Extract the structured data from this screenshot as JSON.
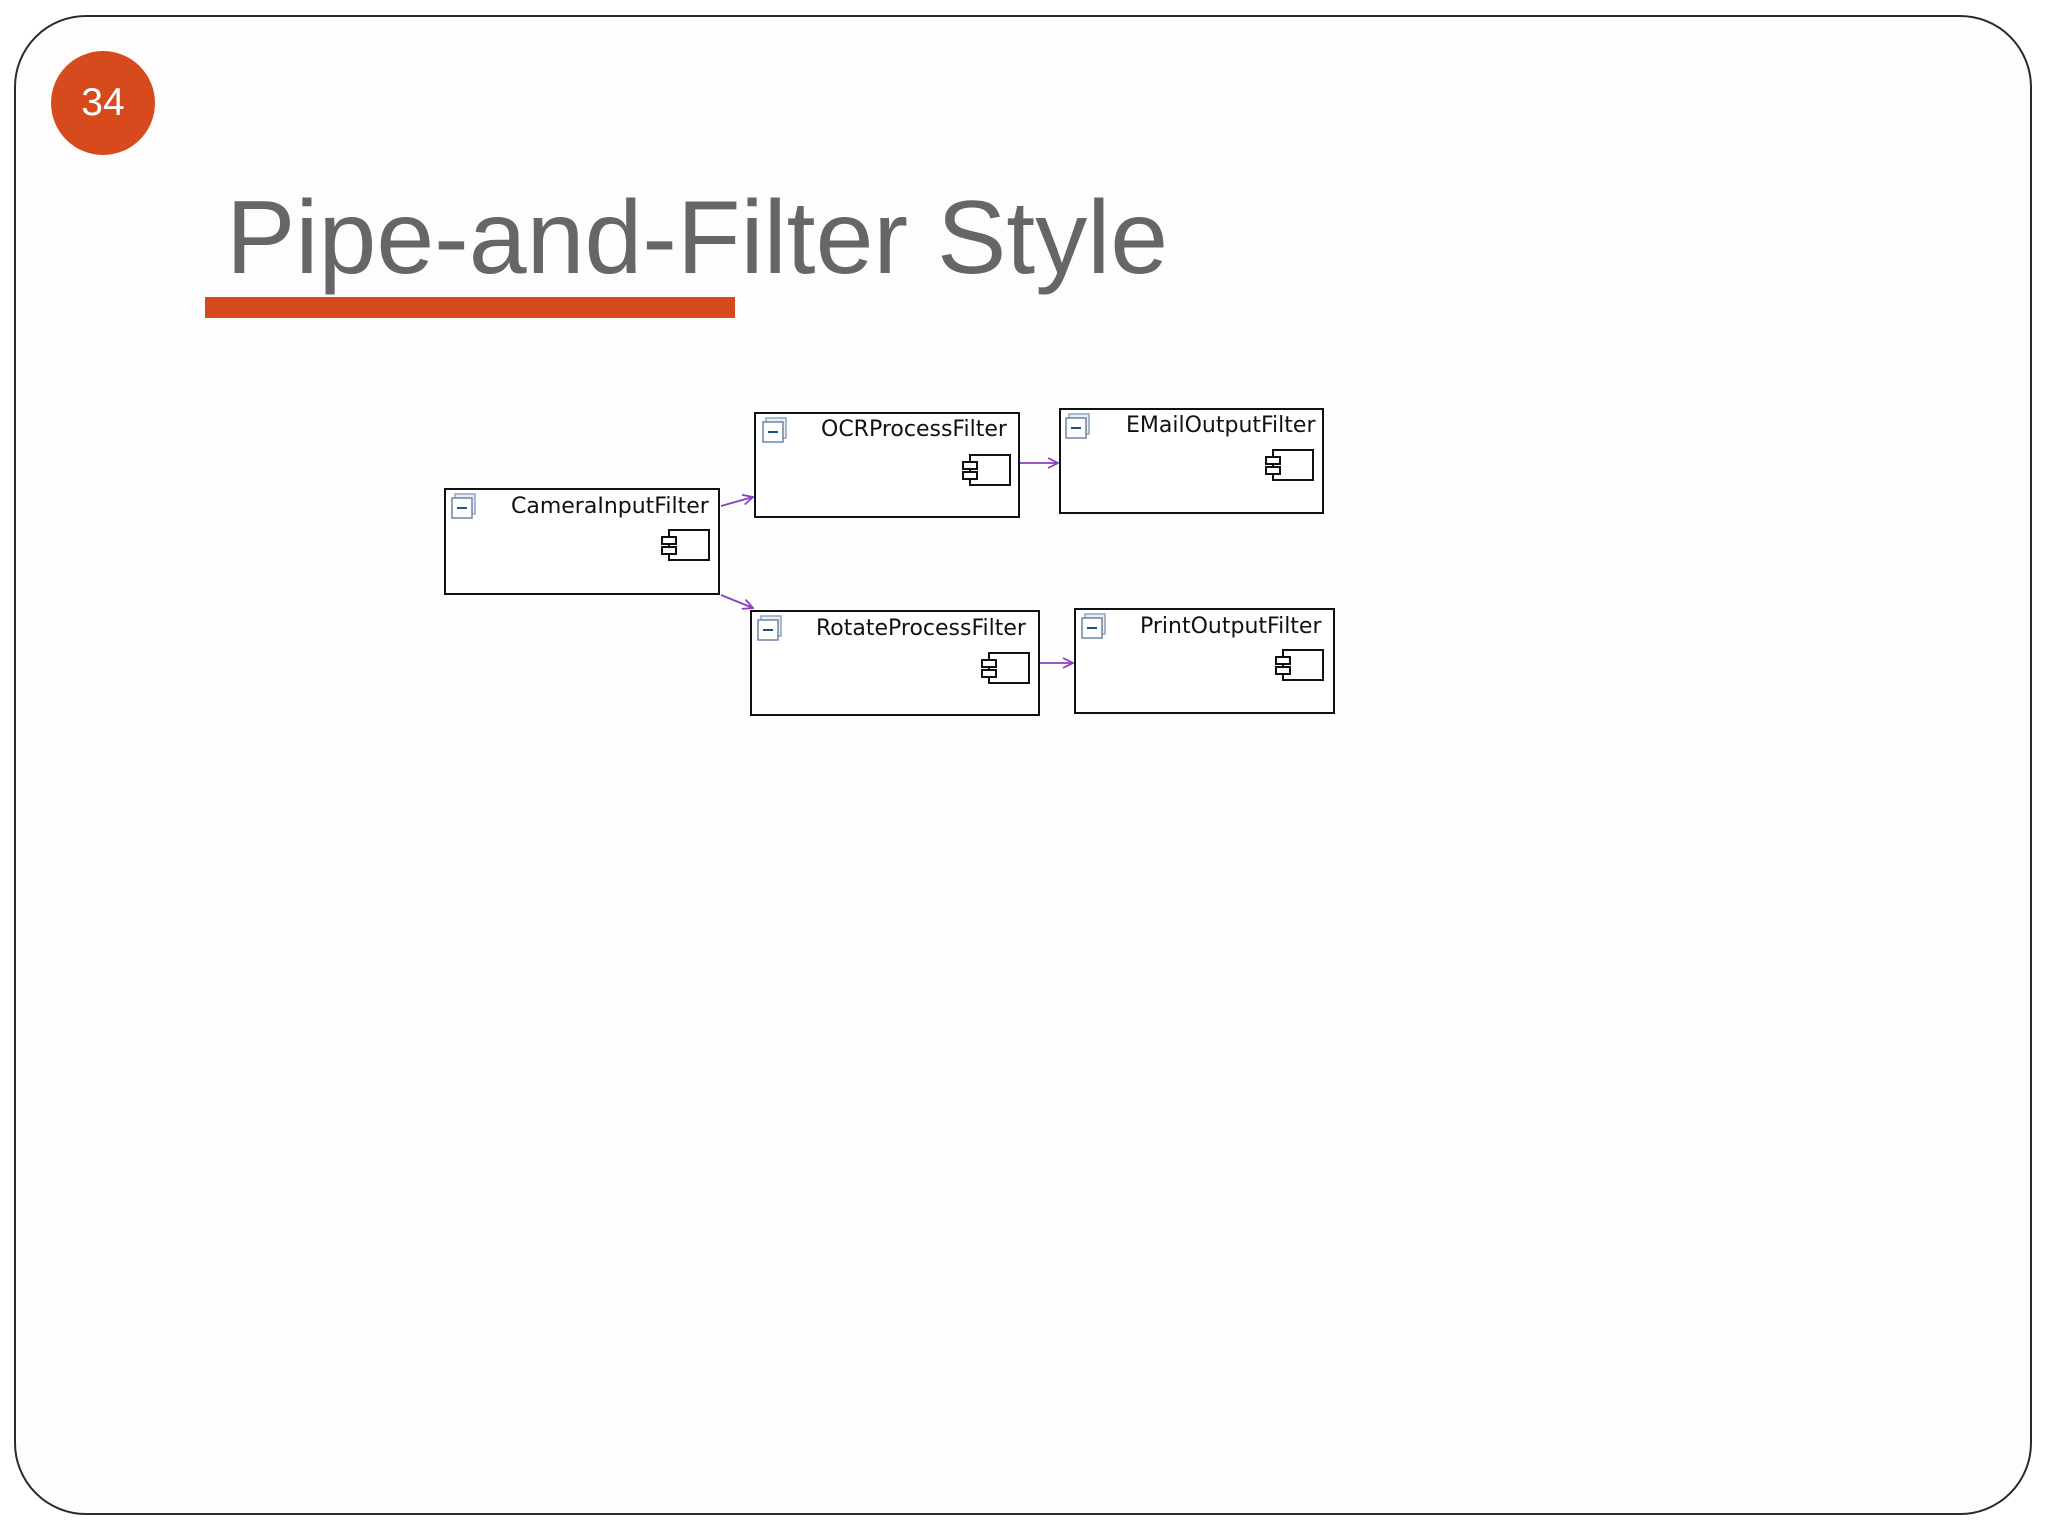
{
  "slide": {
    "number": "34",
    "title": "Pipe-and-Filter Style"
  },
  "diagram": {
    "filters": [
      {
        "id": "camera",
        "label": "CameraInputFilter"
      },
      {
        "id": "ocr",
        "label": "OCRProcessFilter"
      },
      {
        "id": "email",
        "label": "EMailOutputFilter"
      },
      {
        "id": "rotate",
        "label": "RotateProcessFilter"
      },
      {
        "id": "print",
        "label": "PrintOutputFilter"
      }
    ],
    "pipes": [
      {
        "from": "CameraInputFilter",
        "to": "OCRProcessFilter"
      },
      {
        "from": "CameraInputFilter",
        "to": "RotateProcessFilter"
      },
      {
        "from": "OCRProcessFilter",
        "to": "EMailOutputFilter"
      },
      {
        "from": "RotateProcessFilter",
        "to": "PrintOutputFilter"
      }
    ],
    "colors": {
      "pipe": "#8a3fbf",
      "box_border": "#111111",
      "accent": "#d64a1e"
    },
    "icons": {
      "collapse": "collapse-icon",
      "component": "component-icon"
    }
  }
}
